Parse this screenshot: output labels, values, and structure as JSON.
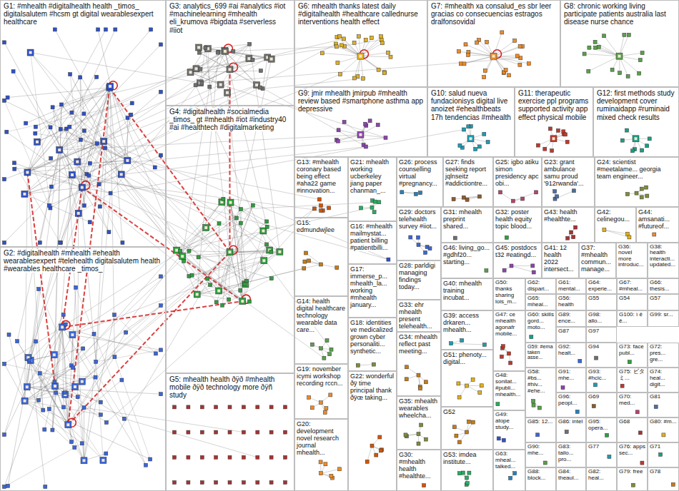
{
  "diagram": {
    "nodes": [
      {
        "text": [
          "G1: #mhealth #digitalhealth health _timos_ digitalsalutem #hcsm gt digital wearablesexpert healthcare"
        ]
      },
      {
        "text": [
          "G2: #digitalhealth #mhealth #ehealth wearablesexpert #telehealth digitalsalutem health #wearables healthcare _timos_"
        ]
      },
      {
        "text": [
          "G3: analytics_699 #ai #analytics #iot #machinelearning #mhealth eli_krumova #bigdata #serverless #iiot"
        ]
      },
      {
        "text": [
          "G4: #digitalhealth #socialmedia _timos_ gt #mhealth #iot #industry40 #ai #healthtech #digitalmarketing"
        ]
      },
      {
        "text": [
          "G5: mhealth health ðÿð #mhealth mobile ðÿð technology more ðÿñ study"
        ]
      },
      {
        "text": [
          "G6: mhealth thanks latest daily #digitalhealth #healthcare callednurse interventions health effect"
        ]
      },
      {
        "text": [
          "G7: #mhealth xa consalud_es sbr leer gracias co consecuencias estragos dralfonsovidal"
        ]
      },
      {
        "text": [
          "G8: chronic working living participate patients australia last disease nurse chance"
        ]
      },
      {
        "text": [
          "G9: jmir mhealth jmirpub #mhealth review based #smartphone asthma app depressive"
        ]
      },
      {
        "text": [
          "G10: salud nueva fundacionisys digital live anoizet #ehealthbeats 17h tendencias #mhealth"
        ]
      },
      {
        "text": [
          "G11: therapeutic exercise ppl programs supported activity app effect physical mobile"
        ]
      },
      {
        "text": [
          "G12: first methods study development cover ruminaidapp #ruminaid mixed check results"
        ]
      },
      {
        "text": [
          "G13: #mhealth coronary based being effect #aha22 game #innovation..."
        ]
      },
      {
        "text": [
          "G21: mhealth working ucberkeley jiang paper chanman_..."
        ]
      },
      {
        "text": [
          "G26: process counselling virtual #pregnancy..."
        ]
      },
      {
        "text": [
          "G27: finds seeking report jqlnseitz #addictiontre..."
        ]
      },
      {
        "text": [
          "G25: igbo atiku simon presidency apc obi..."
        ]
      },
      {
        "text": [
          "G23: grant ambulance samu proud '912rwanda'..."
        ]
      },
      {
        "text": [
          "G24: scientist #meetalame... georgia team engineer..."
        ]
      },
      {
        "text": [
          "G15: edmundwjlee"
        ]
      },
      {
        "text": [
          "G16: #mhealth mailmystat... patient billing #patientbilli..."
        ]
      },
      {
        "text": [
          "G29: doctors telehealth survey #iiot..."
        ]
      },
      {
        "text": [
          "G31: mhealth preprint shared..."
        ]
      },
      {
        "text": [
          "G32: poster health equity topic blood..."
        ]
      },
      {
        "text": [
          "G43: health #healthte..."
        ]
      },
      {
        "text": [
          "G42: celinegou..."
        ]
      },
      {
        "text": [
          "G44: amsanati... #futureof..."
        ]
      },
      {
        "text": [
          "G46: living_go... #gdhf20... starting..."
        ]
      },
      {
        "text": [
          "G45: postdocs t32 #eatingd..."
        ]
      },
      {
        "text": [
          "G41: 12 health 2022 intersect..."
        ]
      },
      {
        "text": [
          "G37: #mhealth commun... manage..."
        ]
      },
      {
        "text": [
          "G36: novel more introduc..."
        ]
      },
      {
        "text": [
          "G38: health interacti... updated..."
        ]
      },
      {
        "text": [
          "G28: parldigi managing findings today..."
        ]
      },
      {
        "text": [
          "G17: immerse_p... mhealth_la... working #mhealth january..."
        ]
      },
      {
        "text": [
          "G40: mhealth training incubat..."
        ]
      },
      {
        "text": [
          "G50: thanks sharing lois_m..."
        ]
      },
      {
        "text": [
          "G62: dispari..."
        ]
      },
      {
        "text": [
          "G61: mental..."
        ]
      },
      {
        "text": [
          "G64: experie..."
        ]
      },
      {
        "text": [
          "G67: #mheal..."
        ]
      },
      {
        "text": [
          "G66: thesis..."
        ]
      },
      {
        "text": [
          "G65: mheal..."
        ]
      },
      {
        "text": [
          "G56: health"
        ]
      },
      {
        "text": [
          "G55"
        ]
      },
      {
        "text": [
          "G54"
        ]
      },
      {
        "text": [
          "G57"
        ]
      },
      {
        "text": [
          "G14: health digital healthcare technology wearable data care..."
        ]
      },
      {
        "text": [
          "G33: ehr mhealth present telehealth..."
        ]
      },
      {
        "text": [
          "G39: access drkaren... mhealth..."
        ]
      },
      {
        "text": [
          "G47: ce mhealth agonafr mobile..."
        ]
      },
      {
        "text": [
          "G60: skills gord... moto..."
        ]
      },
      {
        "text": [
          "G89: ence..."
        ]
      },
      {
        "text": [
          "G98: allo..."
        ]
      },
      {
        "text": [
          "G100: ì ê ê..."
        ]
      },
      {
        "text": [
          "G99: sr..."
        ]
      },
      {
        "text": [
          "G87"
        ]
      },
      {
        "text": [
          "G97"
        ]
      },
      {
        "text": [
          "G18: identities ve medicalized grown cyber personaliti... synthetic..."
        ]
      },
      {
        "text": [
          "G34: mhealth reflect past meeting..."
        ]
      },
      {
        "text": [
          "G59: #ema taken asse..."
        ]
      },
      {
        "text": [
          "G92: healt..."
        ]
      },
      {
        "text": [
          "G94"
        ]
      },
      {
        "text": [
          "G73: face publ..."
        ]
      },
      {
        "text": [
          "G72: pres... gre..."
        ]
      },
      {
        "text": [
          "G51: phenoty... digital..."
        ]
      },
      {
        "text": [
          "G19: november icymi workshop recording rccn..."
        ]
      },
      {
        "text": [
          "G58: #bs... #hiv... #ehe..."
        ]
      },
      {
        "text": [
          "G91: mhe..."
        ]
      },
      {
        "text": [
          "G93: #hcic..."
        ]
      },
      {
        "text": [
          "G75: ビタミ..."
        ]
      },
      {
        "text": [
          "G74: heal... digit..."
        ]
      },
      {
        "text": [
          "G22: wonderful ðÿ time principal thank ðÿœ taking..."
        ]
      },
      {
        "text": [
          "G48: sonllat... #publi... mhealth..."
        ]
      },
      {
        "text": [
          "G96: peopl..."
        ]
      },
      {
        "text": [
          "G69"
        ]
      },
      {
        "text": [
          "G70: med..."
        ]
      },
      {
        "text": [
          "G81"
        ]
      },
      {
        "text": [
          "G35: mhealth wearables wheelcha..."
        ]
      },
      {
        "text": [
          "G52"
        ]
      },
      {
        "text": [
          "G49: atope study..."
        ]
      },
      {
        "text": [
          "G85: 12..."
        ]
      },
      {
        "text": [
          "G86: intel"
        ]
      },
      {
        "text": [
          "G95: opera..."
        ]
      },
      {
        "text": [
          "G68"
        ]
      },
      {
        "text": [
          "G80: #m..."
        ]
      },
      {
        "text": [
          "G20: development novel research journal mhealth..."
        ]
      },
      {
        "text": [
          "G90: mhe..."
        ]
      },
      {
        "text": [
          "G83: tailo... pro..."
        ]
      },
      {
        "text": [
          "G77"
        ]
      },
      {
        "text": [
          "G76: apps sec..."
        ]
      },
      {
        "text": [
          "G71"
        ]
      },
      {
        "text": [
          "G30: #mhealth health #healthte..."
        ]
      },
      {
        "text": [
          "G53: imdea institute..."
        ]
      },
      {
        "text": [
          "G63: mheal... talked..."
        ]
      },
      {
        "text": [
          "G88: block..."
        ]
      },
      {
        "text": [
          "G84: theaul..."
        ]
      },
      {
        "text": [
          "G82: heal..."
        ]
      },
      {
        "text": [
          "G79: free"
        ]
      },
      {
        "text": [
          "G78"
        ]
      }
    ]
  }
}
